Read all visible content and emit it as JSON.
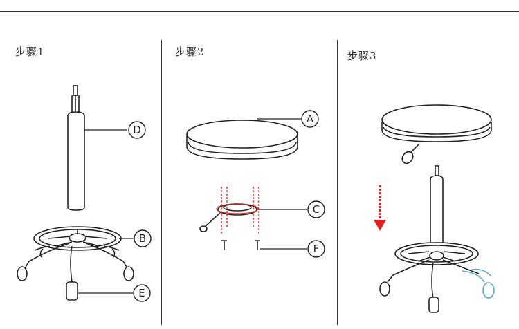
{
  "steps": [
    {
      "label": "步骤1"
    },
    {
      "label": "步骤2"
    },
    {
      "label": "步骤3"
    }
  ],
  "callouts": {
    "a": "A",
    "b": "B",
    "c": "C",
    "d": "D",
    "e": "E",
    "f": "F"
  },
  "colors": {
    "line": "#222222",
    "arrow": "#e02020",
    "highlight": "#5aa9c9"
  }
}
